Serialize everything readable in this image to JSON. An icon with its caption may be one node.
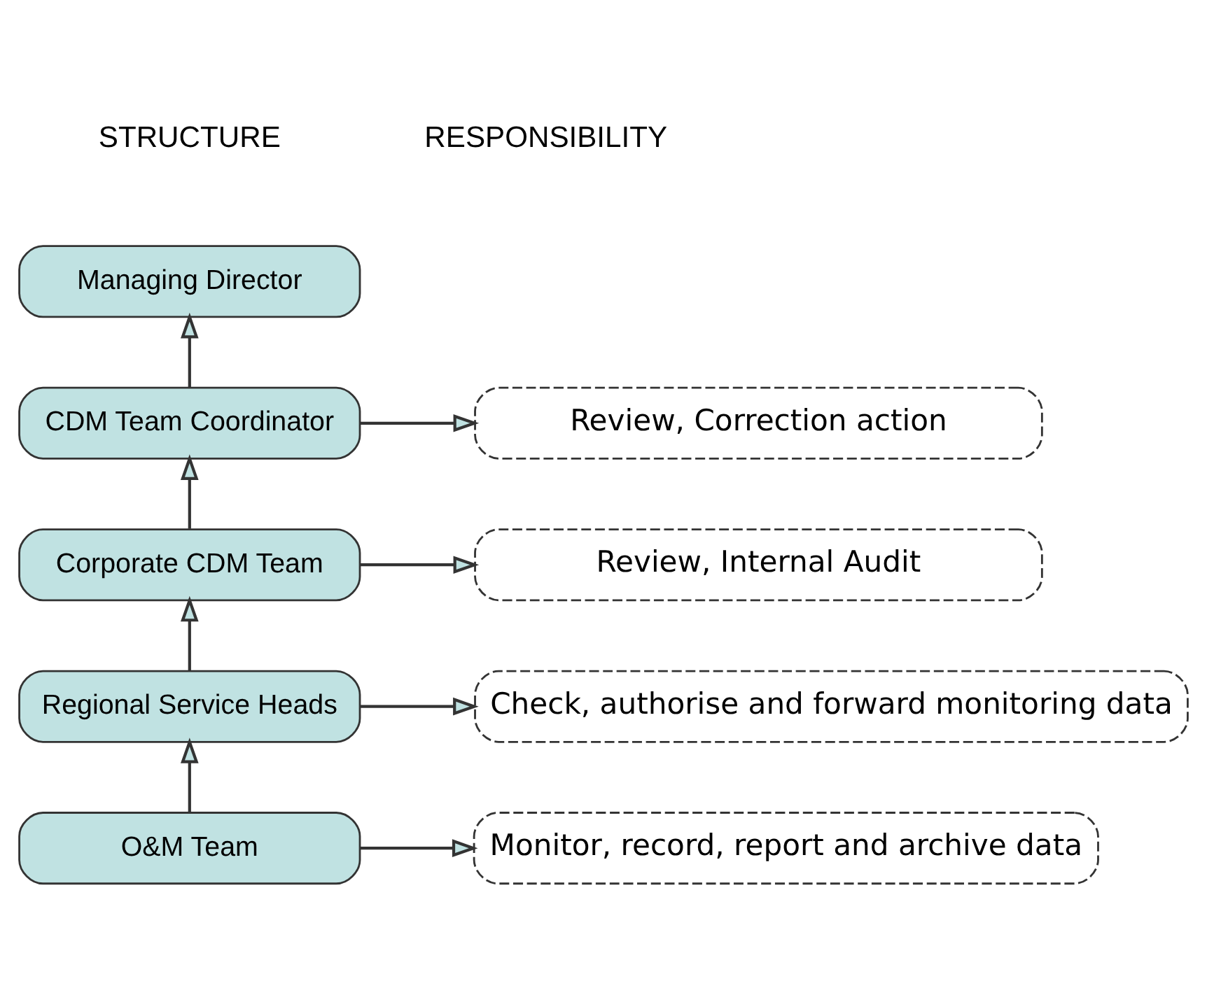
{
  "diagram": {
    "nodes": [
      {
        "text": [
          "Managing Director"
        ]
      },
      {
        "text": [
          "CDM Team Coordinator"
        ]
      },
      {
        "text": [
          "Corporate CDM Team"
        ]
      },
      {
        "text": [
          "Regional Service Heads"
        ]
      },
      {
        "text": [
          "O&M Team"
        ]
      },
      {
        "text": [
          "Review, Correction action"
        ]
      },
      {
        "text": [
          "Review, Internal Audit"
        ]
      },
      {
        "text": [
          "Check, authorise and forward monitoring data"
        ]
      },
      {
        "text": [
          "Monitor, record, report and archive data"
        ]
      }
    ],
    "edges": [
      {
        "from": 1,
        "to": 0,
        "arrow": "to"
      },
      {
        "from": 2,
        "to": 1,
        "arrow": "to"
      },
      {
        "from": 3,
        "to": 2,
        "arrow": "to"
      },
      {
        "from": 4,
        "to": 3,
        "arrow": "to"
      },
      {
        "from": 1,
        "to": 5,
        "arrow": "to"
      },
      {
        "from": 2,
        "to": 6,
        "arrow": "to"
      },
      {
        "from": 3,
        "to": 7,
        "arrow": "to"
      },
      {
        "from": 4,
        "to": 8,
        "arrow": "to"
      }
    ],
    "labels": [
      "STRUCTURE",
      "RESPONSIBILITY"
    ]
  }
}
